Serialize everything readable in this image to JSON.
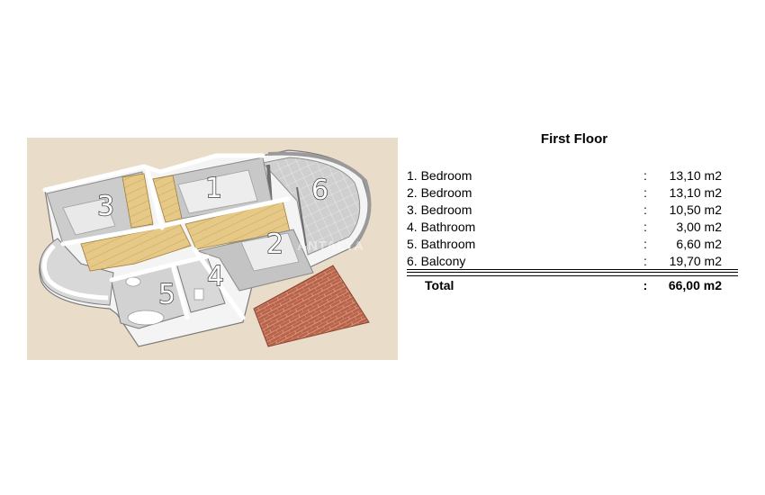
{
  "plan": {
    "room_labels": [
      "1",
      "2",
      "3",
      "4",
      "5",
      "6"
    ],
    "watermark": "ANTALYA"
  },
  "table": {
    "title": "First Floor",
    "rows": [
      {
        "name": "1. Bedroom",
        "sep": ":",
        "area": "13,10 m2"
      },
      {
        "name": "2. Bedroom",
        "sep": ":",
        "area": "13,10 m2"
      },
      {
        "name": "3. Bedroom",
        "sep": ":",
        "area": "10,50 m2"
      },
      {
        "name": "4. Bathroom",
        "sep": ":",
        "area": "3,00 m2"
      },
      {
        "name": "5. Bathroom",
        "sep": ":",
        "area": "6,60 m2"
      },
      {
        "name": "6. Balcony",
        "sep": ":",
        "area": "19,70 m2"
      }
    ],
    "total": {
      "name": "Total",
      "sep": ":",
      "area": "66,00 m2"
    }
  },
  "colors": {
    "background": "#e9dcc8",
    "wall": "#ffffff",
    "floor": "#c9c9c9",
    "wood": "#e8c98a",
    "brick": "#b8634a"
  }
}
